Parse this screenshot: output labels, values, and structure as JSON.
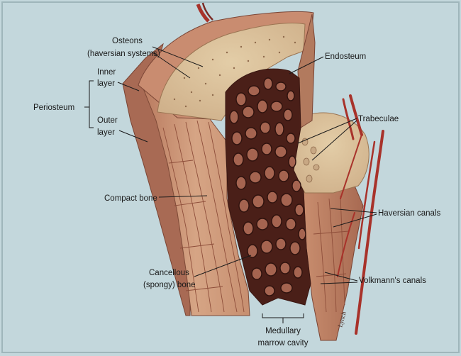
{
  "labels": {
    "osteons_line1": "Osteons",
    "osteons_line2": "(haversian systems)",
    "endosteum": "Endosteum",
    "inner_layer_line1": "Inner",
    "inner_layer_line2": "layer",
    "periosteum": "Periosteum",
    "outer_layer_line1": "Outer",
    "outer_layer_line2": "layer",
    "trabeculae": "Trabeculae",
    "compact_bone": "Compact bone",
    "haversian_canals": "Haversian canals",
    "cancellous_line1": "Cancellous",
    "cancellous_line2": "(spongy) bone",
    "volkmanns_canals": "Volkmann's canals",
    "medullary_line1": "Medullary",
    "medullary_line2": "marrow cavity"
  },
  "signature": "Lynch",
  "colors": {
    "background": "#c3d7dc",
    "bone_surface": "#d6a585",
    "bone_shadow": "#b4775c",
    "cut_face": "#dcc39b",
    "spongy_dark": "#4a1f18",
    "spongy_light": "#a56450",
    "vessel": "#a8322a"
  }
}
